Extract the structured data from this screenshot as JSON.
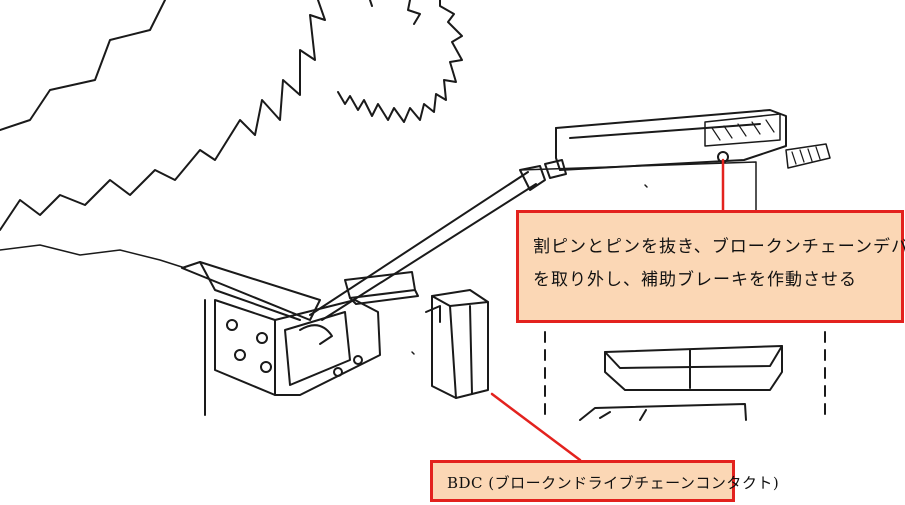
{
  "callouts": {
    "main": {
      "line1": "割ピンとピンを抜き、ブロークンチェーンデバイス",
      "line2": "を取り外し、補助ブレーキを作動させる"
    },
    "bdc": {
      "text": "BDC (ブロークンドライブチェーンコンタクト)"
    }
  },
  "colors": {
    "callout_border": "#e3221e",
    "callout_fill": "#fbd7b5",
    "leader_line": "#e3221e",
    "line_art": "#1a1a1a"
  }
}
